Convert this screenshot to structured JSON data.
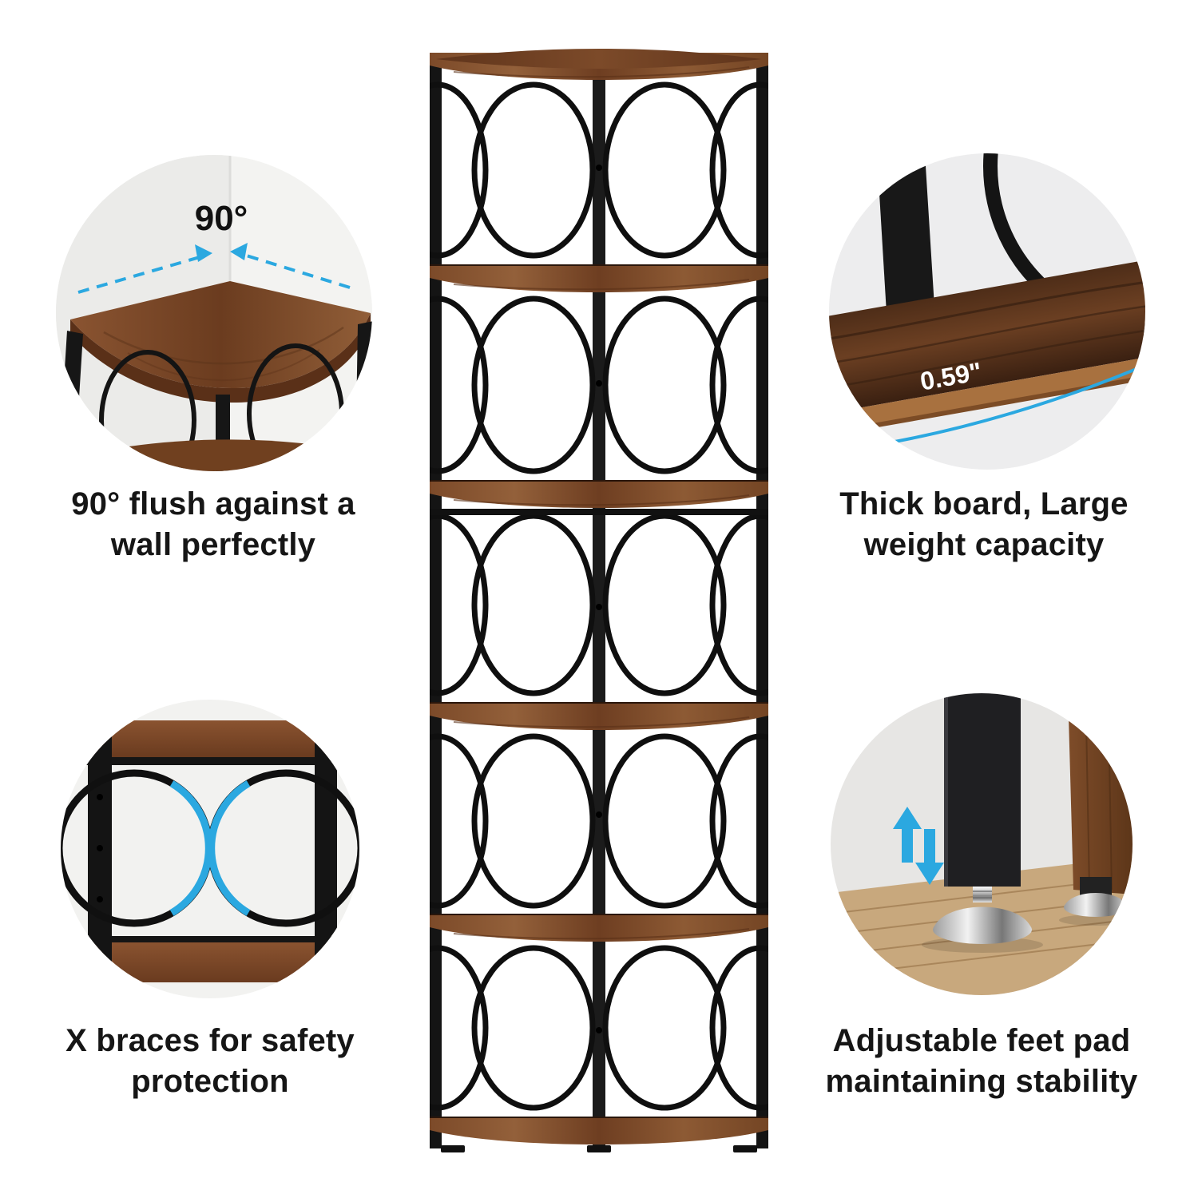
{
  "colors": {
    "background": "#FFFFFF",
    "accent_blue": "#2BA8E0",
    "frame_black": "#141414",
    "wood_mid": "#8A5532",
    "wood_dark": "#5F341B"
  },
  "insets": {
    "top_left": {
      "annotation": "90°",
      "caption_line1": "90° flush against a",
      "caption_line2": "wall perfectly"
    },
    "top_right": {
      "annotation": "0.59\"",
      "caption_line1": "Thick board, Large",
      "caption_line2": "weight capacity"
    },
    "bottom_left": {
      "caption_line1": "X braces for safety",
      "caption_line2": "protection"
    },
    "bottom_right": {
      "caption_line1": "Adjustable feet pad",
      "caption_line2": "maintaining stability"
    }
  }
}
